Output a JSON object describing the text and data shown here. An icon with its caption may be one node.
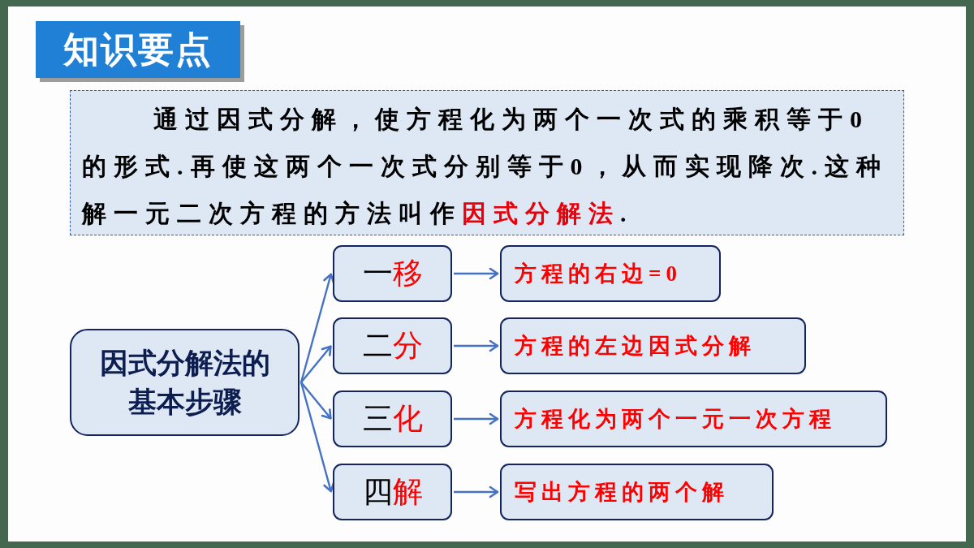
{
  "diagram": {
    "title": "知识要点",
    "nodes": [
      {
        "text": [
          "通过因式分解，使方程化为两个一次式的乘积等于0的形式.再使这两个一次式分别等于0，从而实现降次.这种解一元二次方程的方法叫作**因式分解法**."
        ]
      },
      {
        "text": [
          "因式分解法的基本步骤"
        ]
      },
      {
        "text": [
          "一**移**"
        ]
      },
      {
        "text": [
          "二**分**"
        ]
      },
      {
        "text": [
          "三**化**"
        ]
      },
      {
        "text": [
          "四**解**"
        ]
      },
      {
        "text": [
          "方程的右边=0"
        ]
      },
      {
        "text": [
          "方程的左边因式分解"
        ]
      },
      {
        "text": [
          "方程化为两个一元一次方程"
        ]
      },
      {
        "text": [
          "写出方程的两个解"
        ]
      }
    ],
    "edges": [
      {
        "from": 1,
        "to": 2,
        "arrow": "to"
      },
      {
        "from": 1,
        "to": 3,
        "arrow": "to"
      },
      {
        "from": 1,
        "to": 4,
        "arrow": "to"
      },
      {
        "from": 1,
        "to": 5,
        "arrow": "to"
      },
      {
        "from": 2,
        "to": 6,
        "arrow": "to"
      },
      {
        "from": 3,
        "to": 7,
        "arrow": "to"
      },
      {
        "from": 4,
        "to": 8,
        "arrow": "to"
      },
      {
        "from": 5,
        "to": 9,
        "arrow": "to"
      }
    ]
  }
}
